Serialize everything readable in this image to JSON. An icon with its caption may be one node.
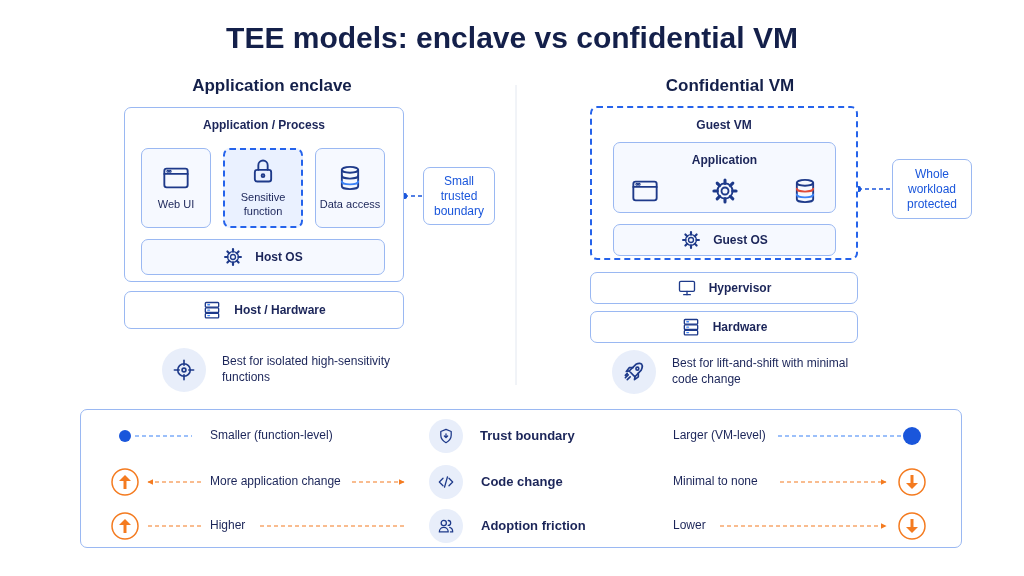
{
  "diagram": {
    "title": "TEE models: enclave vs confidential VM",
    "nodes": [
      {
        "text": [
          "Application / Process"
        ]
      },
      {
        "text": [
          "Web UI"
        ],
        "in": 0
      },
      {
        "text": [
          "Sensitive function"
        ],
        "in": 0
      },
      {
        "text": [
          "Data access"
        ],
        "in": 0
      },
      {
        "text": [
          "Host OS"
        ],
        "in": 0
      },
      {
        "text": [
          "Host / Hardware"
        ]
      },
      {
        "text": [
          "Small trusted boundary"
        ]
      },
      {
        "text": [
          "Guest VM"
        ]
      },
      {
        "text": [
          "Application"
        ],
        "in": 7
      },
      {
        "text": [
          "Guest OS"
        ],
        "in": 7
      },
      {
        "text": [
          "Hypervisor"
        ]
      },
      {
        "text": [
          "Hardware"
        ]
      },
      {
        "text": [
          "Whole workload protected"
        ]
      }
    ],
    "edges": [
      {
        "from": 0,
        "to": 6,
        "arrow": "other",
        "style": "dashed"
      },
      {
        "from": 7,
        "to": 12,
        "arrow": "other",
        "style": "dashed"
      }
    ],
    "labels": [
      "Application enclave",
      "Confidential VM",
      "Best for isolated high-sensitivity functions",
      "Best for lift-and-shift with minimal code change",
      "Smaller (function-level)",
      "Trust boundary",
      "Larger (VM-level)",
      "More application change",
      "Code change",
      "Minimal to none",
      "Higher",
      "Adoption friction",
      "Lower"
    ]
  }
}
